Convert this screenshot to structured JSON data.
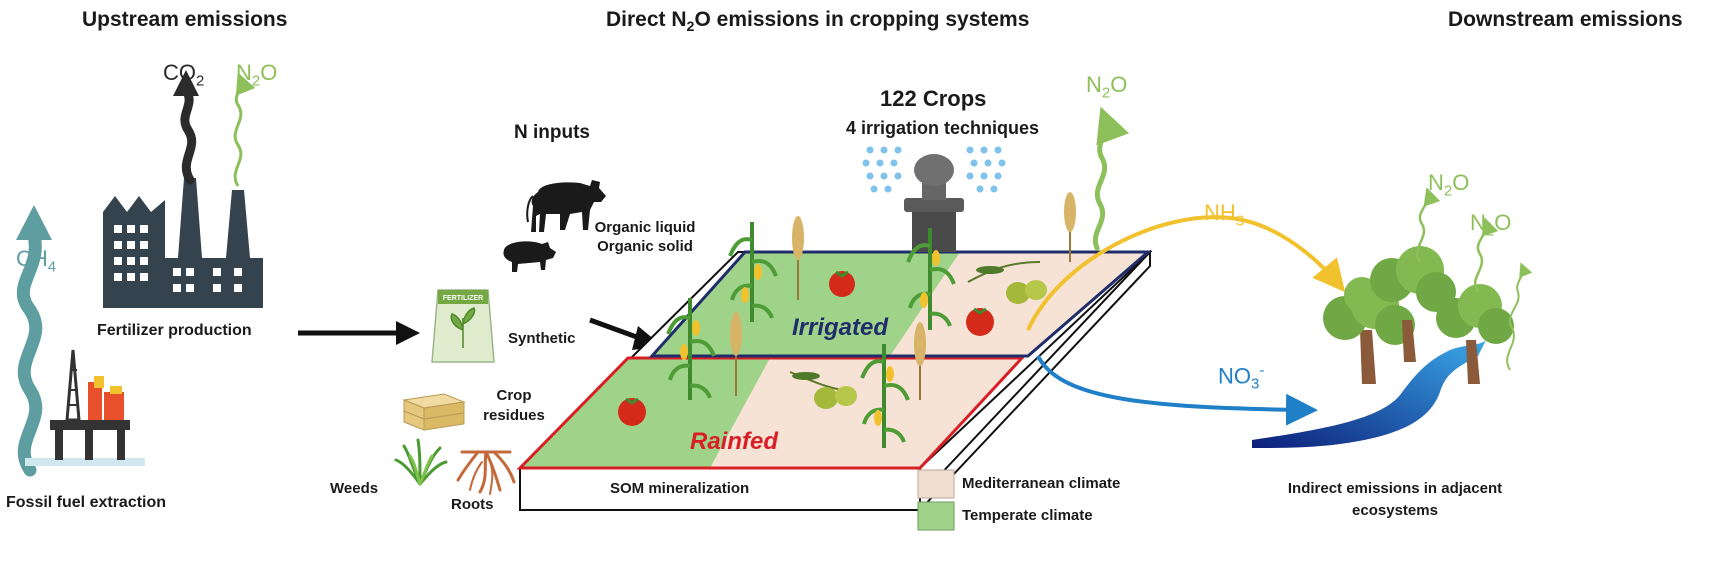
{
  "headers": {
    "upstream": "Upstream emissions",
    "direct_prefix": "Direct N",
    "direct_sub": "2",
    "direct_suffix": "O emissions in cropping systems",
    "downstream": "Downstream emissions"
  },
  "gases": {
    "ch4": {
      "base": "CH",
      "sub": "4"
    },
    "co2": {
      "base": "CO",
      "sub": "2"
    },
    "n2o": {
      "base": "N",
      "sub": "2",
      "tail": "O"
    },
    "nh3": {
      "base": "NH",
      "sub": "3"
    },
    "no3": {
      "base": "NO",
      "sub": "3",
      "sup": "-"
    }
  },
  "upstream": {
    "fertilizer_production": "Fertilizer production",
    "fossil_fuel_extraction": "Fossil fuel extraction",
    "bag_label": "FERTILIZER"
  },
  "inputs": {
    "title": "N inputs",
    "organic_liquid": "Organic liquid",
    "organic_solid": "Organic solid",
    "synthetic": "Synthetic",
    "crop_residues_1": "Crop",
    "crop_residues_2": "residues",
    "weeds": "Weeds",
    "roots": "Roots"
  },
  "field": {
    "crops_count": "122 Crops",
    "irrigation_techniques": "4 irrigation techniques",
    "irrigated": "Irrigated",
    "rainfed": "Rainfed",
    "som": "SOM mineralization"
  },
  "legend": {
    "mediterranean": "Mediterranean climate",
    "temperate": "Temperate climate"
  },
  "downstream": {
    "indirect_1": "Indirect emissions in adjacent",
    "indirect_2": "ecosystems"
  },
  "colors": {
    "co2": "#2b2b2b",
    "n2o": "#8dc05a",
    "ch4": "#5f9ea0",
    "nh3": "#f2c12e",
    "no3": "#1f7fc7",
    "irrigated_border": "#1f2d6b",
    "rainfed_border": "#d91f26",
    "temperate": "#9fd389",
    "mediterranean": "#f4dfd2"
  }
}
